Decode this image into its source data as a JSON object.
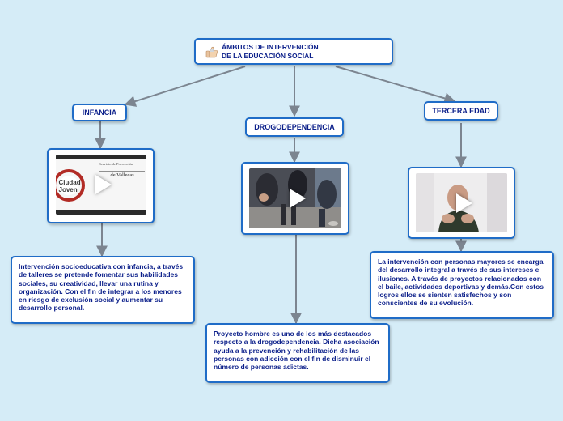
{
  "root": {
    "line1": "ÁMBITOS DE INTERVENCIÓN",
    "line2": "DE LA EDUCACIÓN SOCIAL",
    "icon": "thumbs-up-icon"
  },
  "branches": {
    "infancia": {
      "label": "INFANCIA",
      "video_caption": [
        "Servicio de Prevención",
        "de Vallecas"
      ],
      "video_logo": "Ciudad Joven",
      "description": "Intervención socioeducativa con infancia, a través de talleres se pretende fomentar sus habilidades sociales, su creatividad, llevar una rutina y organización. Con el fin de integrar a los menores en riesgo de exclusión social y aumentar su desarrollo personal."
    },
    "drogodependencia": {
      "label": "DROGODEPENDENCIA",
      "description": "Proyecto hombre es uno de los más destacados respecto a la drogodependencia. Dicha asociación ayuda a la prevención y rehabilitación de las personas con adicción con el fin de disminuir el número de personas adictas."
    },
    "tercera_edad": {
      "label": "TERCERA EDAD",
      "description": "La intervención con personas mayores se encarga del desarrollo integral a través de sus intereses e ilusiones. A través de proyectos relacionados con el baile, actividades deportivas y demás.Con estos logros ellos se sienten satisfechos y son conscientes de su evolución."
    }
  },
  "colors": {
    "background": "#d5ecf7",
    "node_border": "#1f6cc7",
    "text": "#0b1f8a",
    "connector": "#7c8590"
  }
}
